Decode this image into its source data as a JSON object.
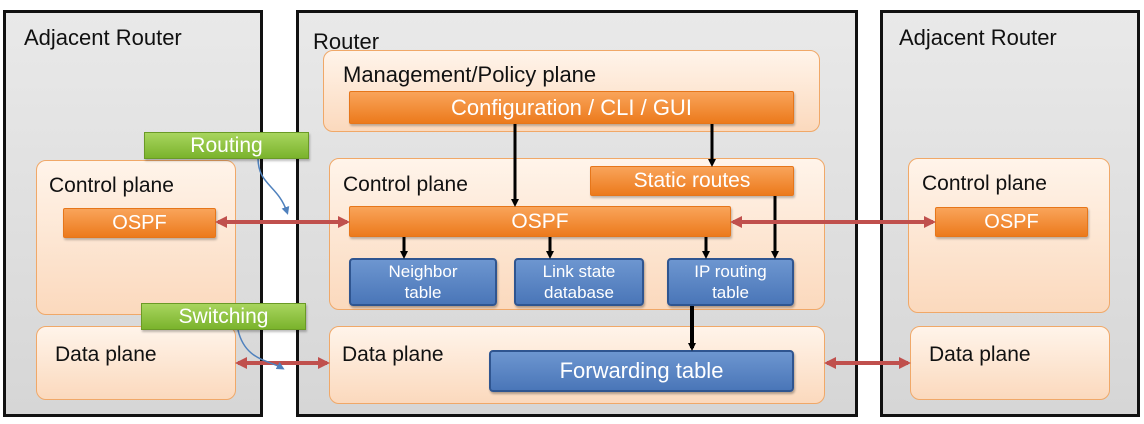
{
  "left_router": {
    "title": "Adjacent Router",
    "control_plane": "Control plane",
    "ospf": "OSPF",
    "data_plane": "Data plane"
  },
  "router": {
    "title": "Router",
    "management_plane": {
      "title": "Management/Policy plane",
      "config": "Configuration / CLI / GUI"
    },
    "control_plane": {
      "title": "Control plane",
      "static_routes": "Static routes",
      "ospf": "OSPF",
      "neighbor_table": [
        "Neighbor",
        "table"
      ],
      "link_state_db": [
        "Link state",
        "database"
      ],
      "ip_routing_table": [
        "IP routing",
        "table"
      ]
    },
    "data_plane": {
      "title": "Data plane",
      "forwarding_table": "Forwarding table"
    }
  },
  "right_router": {
    "title": "Adjacent Router",
    "control_plane": "Control plane",
    "ospf": "OSPF",
    "data_plane": "Data plane"
  },
  "tags": {
    "routing": "Routing",
    "switching": "Switching"
  },
  "colors": {
    "orange": "#ec7a1c",
    "blue": "#4a76b8",
    "green": "#7ab32c",
    "red_arrow": "#c0504d",
    "blue_arrow": "#4f81bd"
  }
}
